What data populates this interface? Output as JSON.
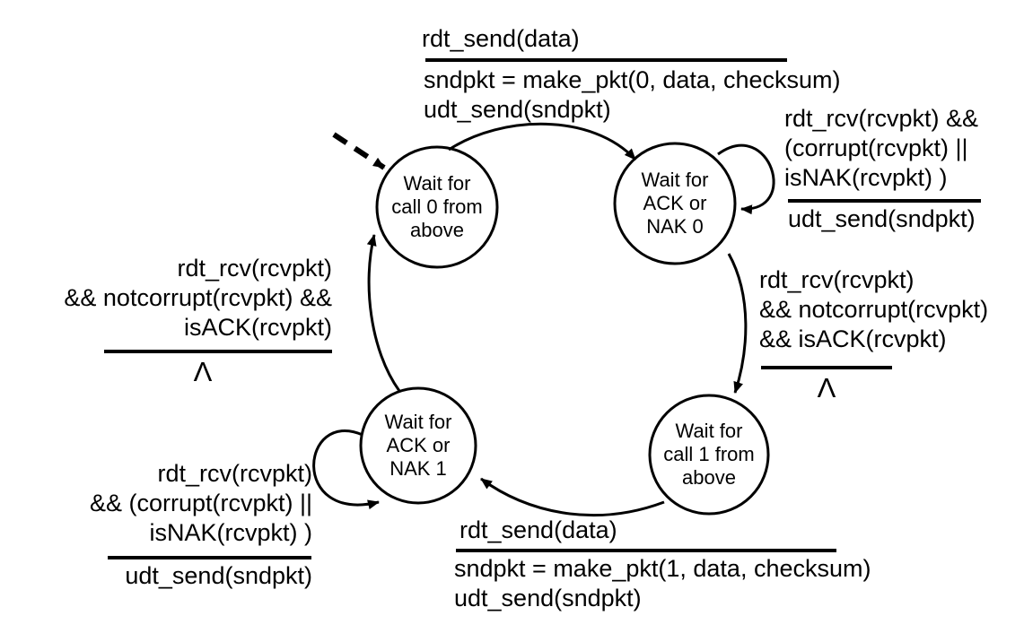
{
  "colors": {
    "ink": "#000000",
    "background": "#ffffff"
  },
  "states": {
    "wait_call_0": {
      "lines": [
        "Wait for",
        "call 0 from",
        "above"
      ]
    },
    "wait_ack_nak_0": {
      "lines": [
        "Wait for",
        "ACK or",
        "NAK 0"
      ]
    },
    "wait_call_1": {
      "lines": [
        "Wait for",
        "call 1 from",
        "above"
      ]
    },
    "wait_ack_nak_1": {
      "lines": [
        "Wait for",
        "ACK or",
        "NAK 1"
      ]
    }
  },
  "transitions": {
    "top": {
      "event": "rdt_send(data)",
      "actions": [
        "sndpkt = make_pkt(0, data, checksum)",
        "udt_send(sndpkt)"
      ]
    },
    "top_right_loop": {
      "event_lines": [
        "rdt_rcv(rcvpkt) &&",
        "(corrupt(rcvpkt) ||",
        "isNAK(rcvpkt) )"
      ],
      "action": "udt_send(sndpkt)"
    },
    "right": {
      "event_lines": [
        "rdt_rcv(rcvpkt)",
        "&& notcorrupt(rcvpkt)",
        "&& isACK(rcvpkt)"
      ],
      "action": "Λ"
    },
    "left": {
      "event_lines": [
        "rdt_rcv(rcvpkt)",
        "&& notcorrupt(rcvpkt) &&",
        "isACK(rcvpkt)"
      ],
      "action": "Λ"
    },
    "bottom_left_loop": {
      "event_lines": [
        "rdt_rcv(rcvpkt)",
        "&& (corrupt(rcvpkt) ||",
        "isNAK(rcvpkt) )"
      ],
      "action": "udt_send(sndpkt)"
    },
    "bottom": {
      "event": "rdt_send(data)",
      "actions": [
        "sndpkt = make_pkt(1, data, checksum)",
        "udt_send(sndpkt)"
      ]
    }
  }
}
